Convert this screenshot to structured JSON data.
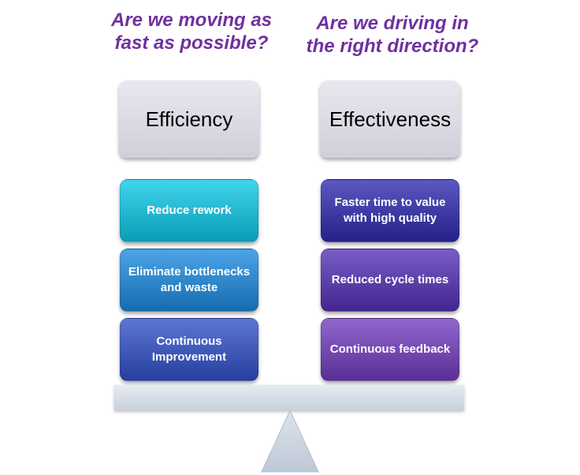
{
  "left": {
    "question": "Are we moving as fast as possible?",
    "header": "Efficiency",
    "items": [
      {
        "label": "Reduce rework",
        "color": "#23b6cf"
      },
      {
        "label": "Eliminate bottlenecks and waste",
        "color": "#2e86c8"
      },
      {
        "label": "Continuous Improvement",
        "color": "#3f58b8"
      }
    ]
  },
  "right": {
    "question": "Are we driving in the right direction?",
    "header": "Effectiveness",
    "items": [
      {
        "label": "Faster time to value with high quality",
        "color": "#3d3aa3"
      },
      {
        "label": "Reduced cycle times",
        "color": "#5b3ea8"
      },
      {
        "label": "Continuous feedback",
        "color": "#7348ae"
      }
    ]
  },
  "colors": {
    "question": "#7030a0",
    "beam": "#d5dde6",
    "fulcrum": "#cfd6e2"
  }
}
